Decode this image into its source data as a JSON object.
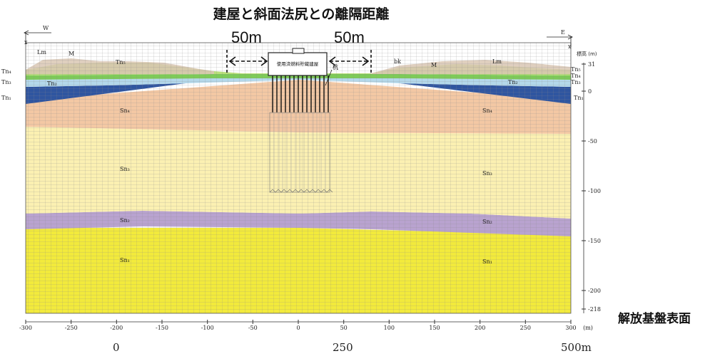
{
  "title": "建屋と斜面法尻との離隔距離",
  "offsets": {
    "left": "50m",
    "right": "50m"
  },
  "bedrock_label": "解放基盤表面",
  "building_label": "使用済燃料貯蔵建屋",
  "pile_label": "杭",
  "direction": {
    "west": "W",
    "east": "E",
    "axis": "x"
  },
  "elevation_axis": {
    "title": "標高 (m)",
    "ticks": [
      "31",
      "0",
      "-50",
      "-100",
      "-150",
      "-200",
      "-218"
    ]
  },
  "x_axis": {
    "ticks": [
      "-300",
      "-250",
      "-200",
      "-150",
      "-100",
      "-50",
      "0",
      "50",
      "100",
      "150",
      "200",
      "250",
      "300"
    ],
    "unit": "(m)"
  },
  "bottom_scale": [
    "0",
    "250",
    "500m"
  ],
  "geology_labels": {
    "left": [
      "Lm",
      "M",
      "Tn₅",
      "Tn₄",
      "Tn₃",
      "Tn₂",
      "Tn₁"
    ],
    "right": [
      "bk",
      "M",
      "Lm",
      "Tn₅",
      "Tn₄",
      "Tn₃",
      "Tn₂",
      "Tn₁"
    ],
    "layers": [
      "Sn₄",
      "Sn₄",
      "Sn₃",
      "Sn₃",
      "Sn₂",
      "Sn₂",
      "Sn₁",
      "Sn₁"
    ]
  },
  "colors": {
    "sn4": "#f3c8a4",
    "sn3": "#fbf0b2",
    "sn2": "#b9a3cf",
    "sn1": "#f2ea3c",
    "tn1": "#2f55a0",
    "tn2": "#b4d8ea",
    "tn3": "#7dcb58",
    "tn4": "#b9df7a",
    "surface": "#d9c7b4"
  }
}
